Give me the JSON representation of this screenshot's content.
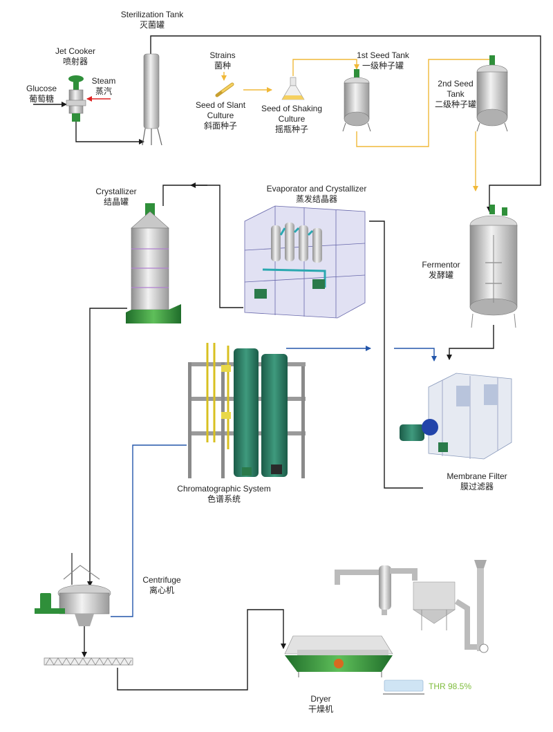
{
  "colors": {
    "line_black": "#1a1a1a",
    "line_yellow": "#f0b838",
    "line_blue": "#2255aa",
    "equipment_green": "#2f8f3a",
    "equipment_gray": "#b9b9b9",
    "thr_green": "#7dbb3a"
  },
  "labels": {
    "jet_cooker": {
      "en": "Jet Cooker",
      "cn": "喷射器"
    },
    "glucose": {
      "en": "Glucose",
      "cn": "葡萄糖"
    },
    "steam": {
      "en": "Steam",
      "cn": "蒸汽"
    },
    "sterilization_tank": {
      "en": "Sterilization Tank",
      "cn": "灭菌罐"
    },
    "strains": {
      "en": "Strains",
      "cn": "菌种"
    },
    "slant_culture": {
      "en1": "Seed of Slant",
      "en2": "Culture",
      "cn": "斜面种子"
    },
    "shaking_culture": {
      "en1": "Seed of Shaking",
      "en2": "Culture",
      "cn": "摇瓶种子"
    },
    "seed_tank_1": {
      "en": "1st Seed Tank",
      "cn": "一级种子罐"
    },
    "seed_tank_2": {
      "en1": "2nd Seed",
      "en2": "Tank",
      "cn": "二级种子罐"
    },
    "crystallizer": {
      "en": "Crystallizer",
      "cn": "结晶罐"
    },
    "evaporator": {
      "en": "Evaporator and Crystallizer",
      "cn": "蒸发结晶器"
    },
    "fermentor": {
      "en": "Fermentor",
      "cn": "发酵罐"
    },
    "chromatographic": {
      "en": "Chromatographic System",
      "cn": "色谱系统"
    },
    "membrane_filter": {
      "en": "Membrane Filter",
      "cn": "膜过滤器"
    },
    "centrifuge": {
      "en": "Centrifuge",
      "cn": "离心机"
    },
    "dryer": {
      "en": "Dryer",
      "cn": "干燥机"
    },
    "thr": "THR 98.5%"
  }
}
